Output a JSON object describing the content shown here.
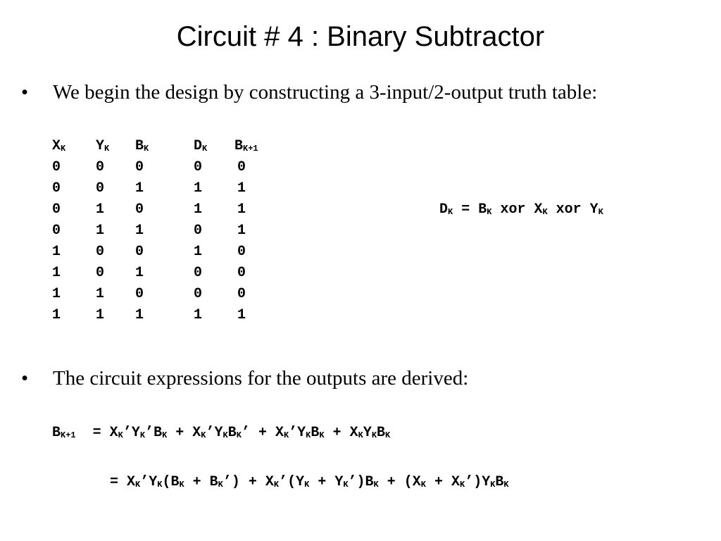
{
  "slide": {
    "title": "Circuit # 4 : Binary Subtractor",
    "bullet_glyph": "•",
    "bullet1": "We begin the design by constructing a 3-input/2-output truth table:",
    "bullet2": "The circuit expressions for the outputs are derived:"
  },
  "truth_table": {
    "headers": [
      {
        "base": "X",
        "sub": "K"
      },
      {
        "base": "Y",
        "sub": "K"
      },
      {
        "base": "B",
        "sub": "K"
      },
      {
        "base": "D",
        "sub": "K"
      },
      {
        "base": "B",
        "sub": "K+1"
      }
    ],
    "rows": [
      [
        "0",
        "0",
        "0",
        "0",
        "0"
      ],
      [
        "0",
        "0",
        "1",
        "1",
        "1"
      ],
      [
        "0",
        "1",
        "0",
        "1",
        "1"
      ],
      [
        "0",
        "1",
        "1",
        "0",
        "1"
      ],
      [
        "1",
        "0",
        "0",
        "1",
        "0"
      ],
      [
        "1",
        "0",
        "1",
        "0",
        "0"
      ],
      [
        "1",
        "1",
        "0",
        "0",
        "0"
      ],
      [
        "1",
        "1",
        "1",
        "1",
        "1"
      ]
    ]
  },
  "equations": {
    "dk": [
      {
        "t": "D"
      },
      {
        "s": "K"
      },
      {
        "t": " = B"
      },
      {
        "s": "K"
      },
      {
        "t": " xor X"
      },
      {
        "s": "K"
      },
      {
        "t": " xor Y"
      },
      {
        "s": "K"
      }
    ],
    "bk1_line1": [
      {
        "t": "B"
      },
      {
        "s": "K+1"
      },
      {
        "t": "  = X"
      },
      {
        "s": "K"
      },
      {
        "t": "’Y"
      },
      {
        "s": "K"
      },
      {
        "t": "’B"
      },
      {
        "s": "K"
      },
      {
        "t": " + X"
      },
      {
        "s": "K"
      },
      {
        "t": "’Y"
      },
      {
        "s": "K"
      },
      {
        "t": "B"
      },
      {
        "s": "K"
      },
      {
        "t": "’ + X"
      },
      {
        "s": "K"
      },
      {
        "t": "’Y"
      },
      {
        "s": "K"
      },
      {
        "t": "B"
      },
      {
        "s": "K"
      },
      {
        "t": " + X"
      },
      {
        "s": "K"
      },
      {
        "t": "Y"
      },
      {
        "s": "K"
      },
      {
        "t": "B"
      },
      {
        "s": "K"
      }
    ],
    "bk1_line2": [
      {
        "t": "= X"
      },
      {
        "s": "K"
      },
      {
        "t": "’Y"
      },
      {
        "s": "K"
      },
      {
        "t": "(B"
      },
      {
        "s": "K"
      },
      {
        "t": " + B"
      },
      {
        "s": "K"
      },
      {
        "t": "’) + X"
      },
      {
        "s": "K"
      },
      {
        "t": "’(Y"
      },
      {
        "s": "K"
      },
      {
        "t": " + Y"
      },
      {
        "s": "K"
      },
      {
        "t": "’)B"
      },
      {
        "s": "K"
      },
      {
        "t": " + (X"
      },
      {
        "s": "K"
      },
      {
        "t": " + X"
      },
      {
        "s": "K"
      },
      {
        "t": "’)Y"
      },
      {
        "s": "K"
      },
      {
        "t": "B"
      },
      {
        "s": "K"
      }
    ]
  }
}
